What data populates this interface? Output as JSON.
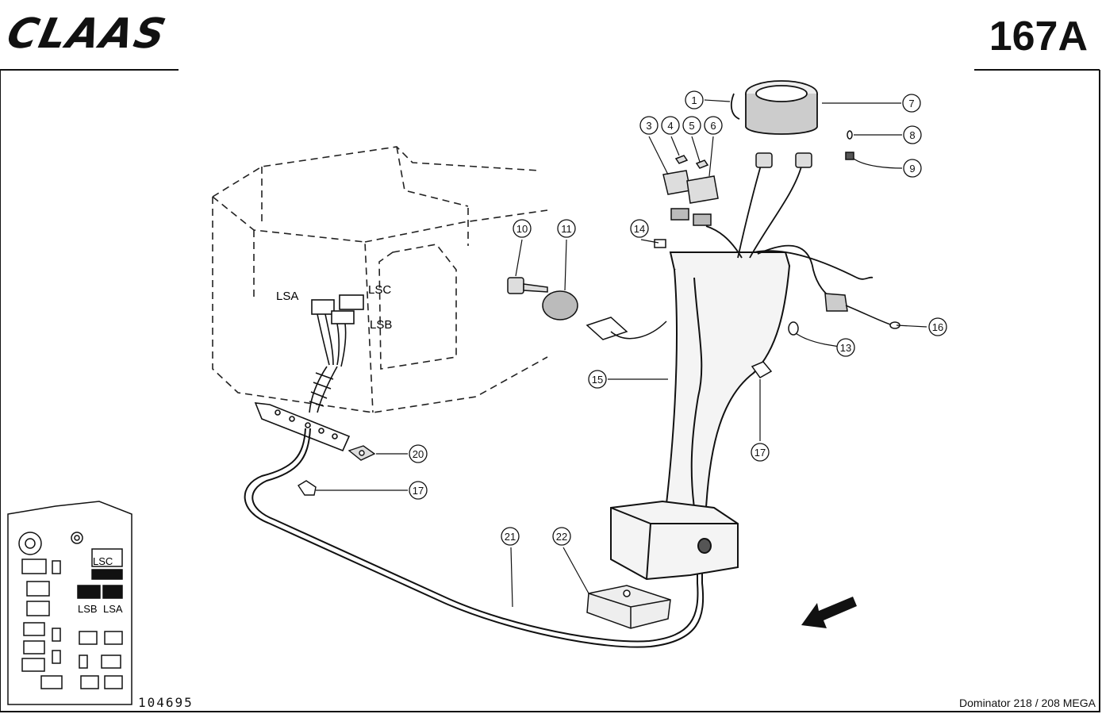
{
  "header": {
    "brand": "CLAAS",
    "page_number": "167A"
  },
  "footer": {
    "drawing_number": "104695",
    "model": "Dominator 218 / 208 MEGA"
  },
  "connectors": {
    "lsa": "LSA",
    "lsb": "LSB",
    "lsc": "LSC"
  },
  "parts": [
    "1",
    "3",
    "4",
    "5",
    "6",
    "7",
    "8",
    "9",
    "10",
    "11",
    "13",
    "14",
    "15",
    "16",
    "17",
    "17",
    "20",
    "21",
    "22"
  ],
  "inset": {
    "lsc": "LSC",
    "lsb": "LSB",
    "lsa": "LSA"
  }
}
